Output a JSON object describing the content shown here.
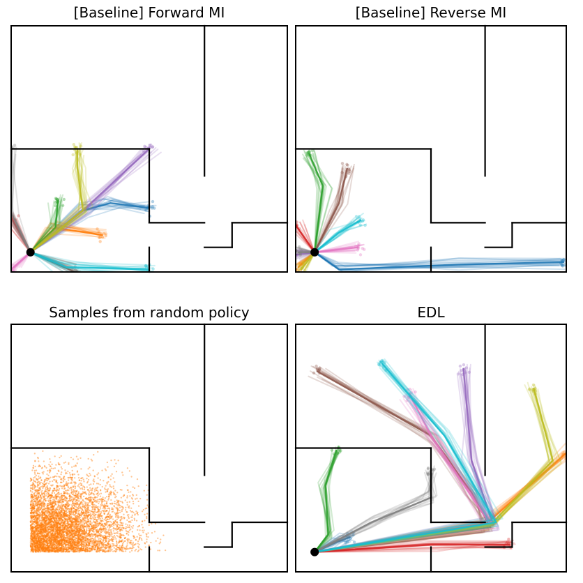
{
  "figure": {
    "panels": [
      {
        "id": "fwd",
        "title": "[Baseline] Forward MI"
      },
      {
        "id": "rev",
        "title": "[Baseline] Reverse MI"
      },
      {
        "id": "rnd",
        "title": "Samples from random policy"
      },
      {
        "id": "edl",
        "title": "EDL"
      }
    ]
  },
  "chart_data": [
    {
      "type": "line",
      "title": "[Baseline] Forward MI",
      "xlim": [
        0,
        10
      ],
      "ylim": [
        0,
        10
      ],
      "start": [
        0.7,
        0.8
      ],
      "series": [
        {
          "color": "#1f77b4",
          "points": [
            [
              0.7,
              0.8
            ],
            [
              2.6,
              2.5
            ],
            [
              3.6,
              2.8
            ],
            [
              5.0,
              2.6
            ]
          ]
        },
        {
          "color": "#ff7f0e",
          "points": [
            [
              0.7,
              0.8
            ],
            [
              1.6,
              1.8
            ],
            [
              3.3,
              1.5
            ]
          ]
        },
        {
          "color": "#2ca02c",
          "points": [
            [
              0.7,
              0.8
            ],
            [
              1.6,
              1.8
            ],
            [
              1.7,
              2.9
            ]
          ]
        },
        {
          "color": "#d62728",
          "points": [
            [
              0.7,
              0.8
            ],
            [
              0.0,
              2.2
            ]
          ]
        },
        {
          "color": "#9467bd",
          "points": [
            [
              0.7,
              0.8
            ],
            [
              2.6,
              2.5
            ],
            [
              5.0,
              5.0
            ]
          ]
        },
        {
          "color": "#8c564b",
          "points": [
            [
              0.7,
              0.8
            ],
            [
              2.3,
              0.0
            ]
          ]
        },
        {
          "color": "#e377c2",
          "points": [
            [
              0.7,
              0.8
            ],
            [
              0.0,
              0.1
            ]
          ]
        },
        {
          "color": "#7f7f7f",
          "points": [
            [
              0.7,
              0.8
            ],
            [
              0.0,
              2.4
            ],
            [
              0.0,
              5.0
            ]
          ]
        },
        {
          "color": "#bcbd22",
          "points": [
            [
              0.7,
              0.8
            ],
            [
              2.6,
              2.5
            ],
            [
              2.4,
              4.2
            ],
            [
              2.4,
              5.0
            ]
          ]
        },
        {
          "color": "#17becf",
          "points": [
            [
              0.7,
              0.8
            ],
            [
              2.0,
              0.2
            ],
            [
              5.0,
              0.1
            ]
          ]
        }
      ]
    },
    {
      "type": "line",
      "title": "[Baseline] Reverse MI",
      "xlim": [
        0,
        10
      ],
      "ylim": [
        0,
        10
      ],
      "start": [
        0.7,
        0.8
      ],
      "series": [
        {
          "color": "#1f77b4",
          "points": [
            [
              0.7,
              0.8
            ],
            [
              1.6,
              0.1
            ],
            [
              6.0,
              0.3
            ],
            [
              9.9,
              0.4
            ]
          ]
        },
        {
          "color": "#ff7f0e",
          "points": [
            [
              0.7,
              0.8
            ],
            [
              0.1,
              0.2
            ]
          ]
        },
        {
          "color": "#2ca02c",
          "points": [
            [
              0.7,
              0.8
            ],
            [
              1.0,
              3.5
            ],
            [
              0.5,
              4.8
            ]
          ]
        },
        {
          "color": "#d62728",
          "points": [
            [
              0.7,
              0.8
            ],
            [
              0.0,
              1.9
            ]
          ]
        },
        {
          "color": "#9467bd",
          "points": [
            [
              0.7,
              0.8
            ],
            [
              0.0,
              0.7
            ]
          ]
        },
        {
          "color": "#8c564b",
          "points": [
            [
              0.7,
              0.8
            ],
            [
              1.6,
              2.8
            ],
            [
              1.9,
              4.2
            ]
          ]
        },
        {
          "color": "#e377c2",
          "points": [
            [
              0.7,
              0.8
            ],
            [
              2.3,
              1.0
            ]
          ]
        },
        {
          "color": "#7f7f7f",
          "points": [
            [
              0.7,
              0.8
            ],
            [
              0.1,
              0.8
            ]
          ]
        },
        {
          "color": "#bcbd22",
          "points": [
            [
              0.7,
              0.8
            ],
            [
              0.2,
              0.1
            ]
          ]
        },
        {
          "color": "#17becf",
          "points": [
            [
              0.7,
              0.8
            ],
            [
              1.6,
              1.6
            ],
            [
              2.4,
              2.1
            ]
          ]
        }
      ]
    },
    {
      "type": "scatter",
      "title": "Samples from random policy",
      "xlim": [
        0,
        10
      ],
      "ylim": [
        0,
        10
      ],
      "color": "#ff7f0e",
      "origin": [
        0.7,
        0.8
      ],
      "region": {
        "x": [
          0,
          10
        ],
        "y": [
          0,
          5
        ]
      },
      "sample_count": 6000
    },
    {
      "type": "line",
      "title": "EDL",
      "xlim": [
        0,
        10
      ],
      "ylim": [
        0,
        10
      ],
      "start": [
        0.7,
        0.8
      ],
      "series": [
        {
          "color": "#1f77b4",
          "points": [
            [
              0.7,
              0.8
            ],
            [
              1.5,
              1.2
            ],
            [
              2.0,
              1.4
            ]
          ]
        },
        {
          "color": "#ff7f0e",
          "points": [
            [
              0.7,
              0.8
            ],
            [
              7.0,
              1.9
            ],
            [
              10.0,
              4.8
            ]
          ]
        },
        {
          "color": "#2ca02c",
          "points": [
            [
              0.7,
              0.8
            ],
            [
              1.2,
              1.5
            ],
            [
              1.1,
              3.5
            ],
            [
              1.5,
              4.9
            ]
          ]
        },
        {
          "color": "#d62728",
          "points": [
            [
              0.7,
              0.8
            ],
            [
              5.0,
              1.1
            ],
            [
              7.9,
              1.1
            ]
          ]
        },
        {
          "color": "#9467bd",
          "points": [
            [
              0.7,
              0.8
            ],
            [
              7.3,
              1.9
            ],
            [
              6.5,
              4.5
            ],
            [
              6.2,
              8.2
            ]
          ]
        },
        {
          "color": "#8c564b",
          "points": [
            [
              0.7,
              0.8
            ],
            [
              7.2,
              1.8
            ],
            [
              6.5,
              3.2
            ],
            [
              5.0,
              5.5
            ],
            [
              0.8,
              8.1
            ]
          ]
        },
        {
          "color": "#e377c2",
          "points": [
            [
              0.7,
              0.8
            ],
            [
              7.2,
              1.9
            ],
            [
              5.0,
              5.5
            ],
            [
              4.2,
              7.2
            ]
          ]
        },
        {
          "color": "#7f7f7f",
          "points": [
            [
              0.7,
              0.8
            ],
            [
              2.8,
              2.0
            ],
            [
              5.0,
              3.0
            ],
            [
              5.0,
              4.0
            ]
          ]
        },
        {
          "color": "#bcbd22",
          "points": [
            [
              0.7,
              0.8
            ],
            [
              7.2,
              1.9
            ],
            [
              9.5,
              4.5
            ],
            [
              8.8,
              7.4
            ]
          ]
        },
        {
          "color": "#17becf",
          "points": [
            [
              0.7,
              0.8
            ],
            [
              7.4,
              2.0
            ],
            [
              5.5,
              5.5
            ],
            [
              3.2,
              8.4
            ]
          ]
        }
      ]
    }
  ]
}
